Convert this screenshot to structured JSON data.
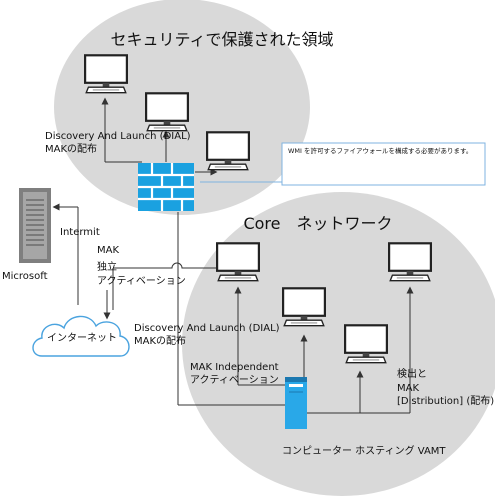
{
  "zones": {
    "secure_title": "セキュリティで保護された領域",
    "core_title": "Core　ネットワーク"
  },
  "labels": {
    "discovery_top_1": "Discovery And Launch (DIAL)",
    "discovery_top_2": "MAKの配布",
    "wmi_note": "WMI を許可するファイアウォールを構成する必要があります。",
    "intermit": "Intermit",
    "mak_1": "MAK",
    "mak_2": "独立",
    "mak_3": "アクティベーション",
    "microsoft": "Microsoft",
    "internet": "インターネット",
    "discovery_core_1": "Discovery And Launch (DIAL)",
    "discovery_core_2": "MAKの配布",
    "mak_indep_1": "MAK Independent",
    "mak_indep_2": "アクティベーション",
    "detect_1": "検出と",
    "detect_2": "MAK",
    "detect_3": "[Distribution] (配布)",
    "vamt_host": "コンピューター ホスティング VAMT"
  },
  "colors": {
    "zone_fill": "#d9d9d9",
    "firewall": "#1aa1e0",
    "server_blue": "#29a8e8",
    "line": "#333333",
    "note_border": "#7fb3e0",
    "cloud_stroke": "#4aa3df"
  }
}
